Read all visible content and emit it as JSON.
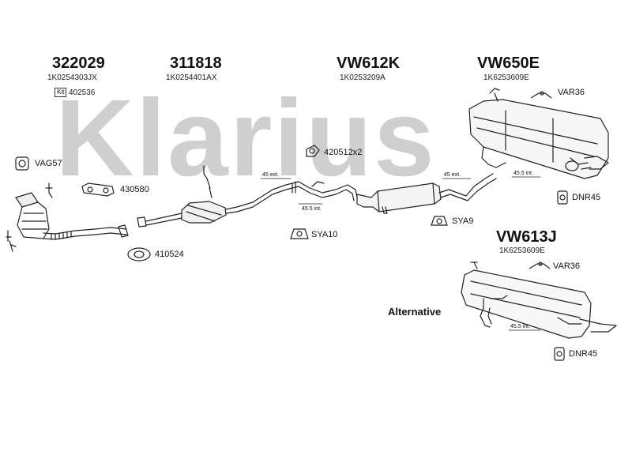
{
  "watermark": "Klarius",
  "parts": [
    {
      "code": "322029",
      "ref": "1K0254303JX"
    },
    {
      "code": "311818",
      "ref": "1K0254401AX"
    },
    {
      "code": "VW612K",
      "ref": "1K0253209A"
    },
    {
      "code": "VW650E",
      "ref": "1K6253609E"
    },
    {
      "code": "VW613J",
      "ref": "1K6253609E"
    }
  ],
  "kit": {
    "badge": "Kit",
    "code": "402536"
  },
  "accessories": {
    "vag57": "VAG57",
    "a430580": "430580",
    "a410524": "410524",
    "a420512": "420512x2",
    "sya10": "SYA10",
    "sya9": "SYA9",
    "var36_top": "VAR36",
    "dnr45_top": "DNR45",
    "var36_bottom": "VAR36",
    "dnr45_bottom": "DNR45"
  },
  "dimensions": {
    "ext_1": "45 ext.",
    "int_1": "45.5 int.",
    "ext_2": "45 ext.",
    "int_2": "45.5 int.",
    "int_3": "45.5 int."
  },
  "alternative_label": "Alternative"
}
